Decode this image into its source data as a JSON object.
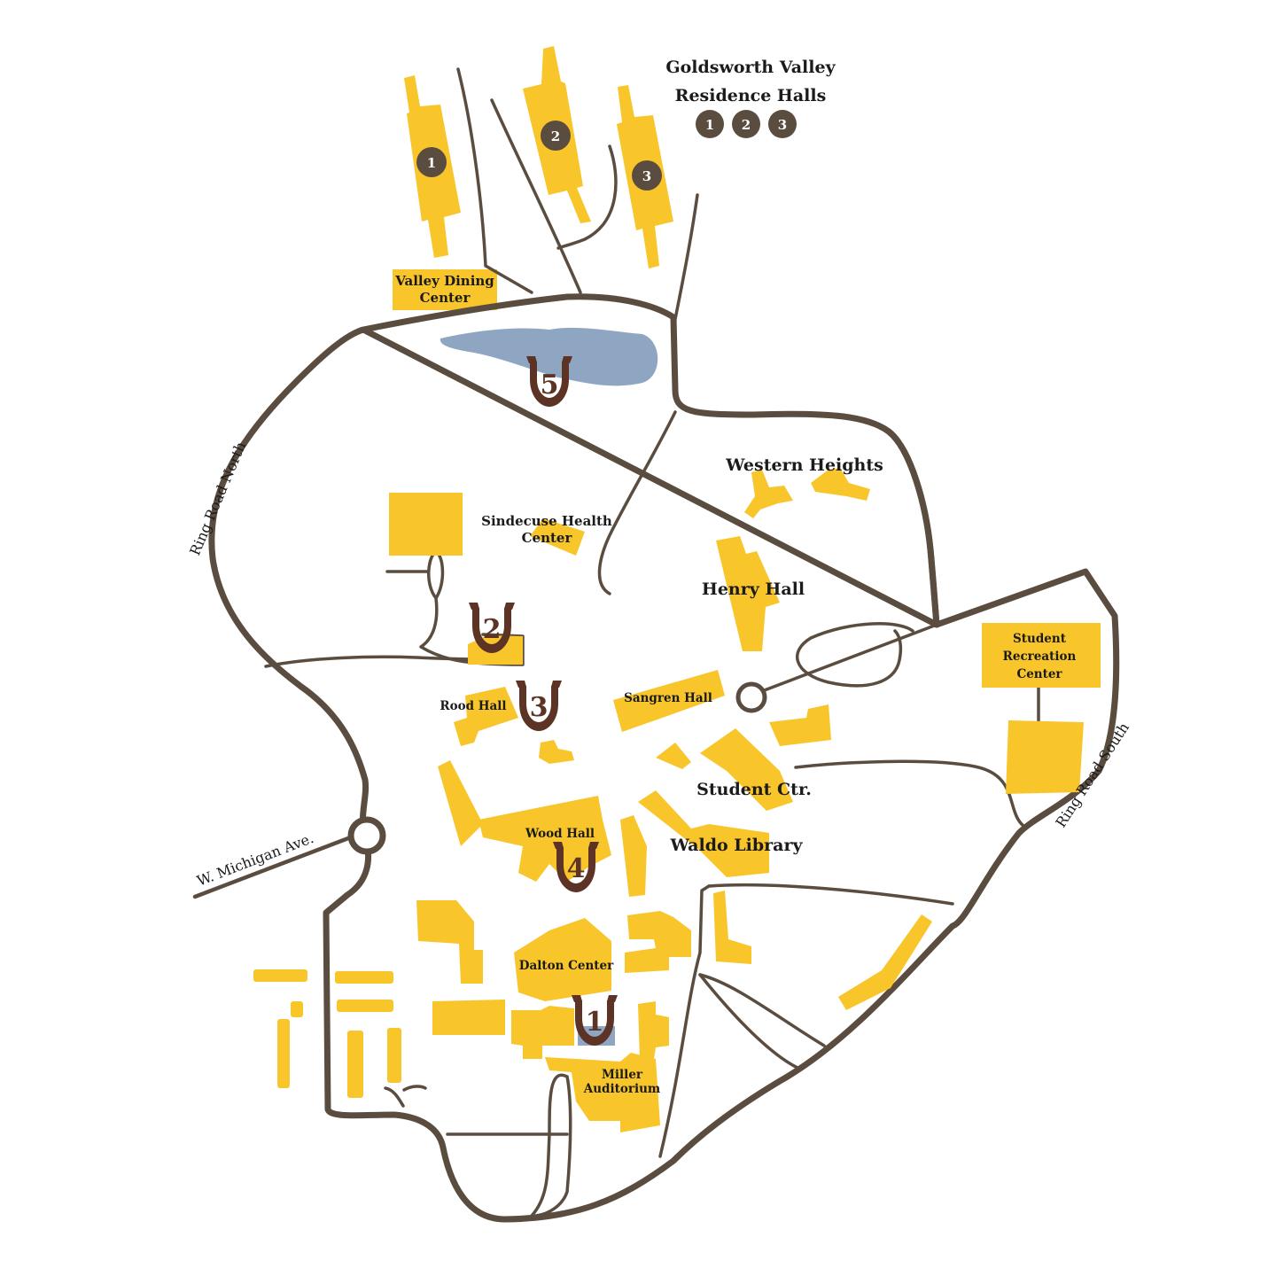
{
  "map": {
    "residence_halls_title_line1": "Goldsworth Valley",
    "residence_halls_title_line2": "Residence Halls",
    "residence_hall_numbers": [
      "1",
      "2",
      "3"
    ],
    "buildings": {
      "valley_dining_line1": "Valley Dining",
      "valley_dining_line2": "Center",
      "western_heights": "Western Heights",
      "sindecuse_line1": "Sindecuse Health",
      "sindecuse_line2": "Center",
      "henry_hall": "Henry Hall",
      "student_rec_line1": "Student",
      "student_rec_line2": "Recreation",
      "student_rec_line3": "Center",
      "rood_hall": "Rood Hall",
      "sangren_hall": "Sangren Hall",
      "student_ctr": "Student Ctr.",
      "wood_hall": "Wood Hall",
      "waldo_library": "Waldo Library",
      "dalton_center": "Dalton Center",
      "miller_line1": "Miller",
      "miller_line2": "Auditorium"
    },
    "roads": {
      "ring_road_north": "Ring Road North",
      "ring_road_south": "Ring Road South",
      "w_michigan_ave": "W. Michigan Ave."
    },
    "markers": [
      "1",
      "2",
      "3",
      "4",
      "5"
    ],
    "colors": {
      "building": "#f8c52a",
      "road": "#5a4d40",
      "water": "#8fa6c3",
      "horseshoe": "#5c3324"
    }
  }
}
